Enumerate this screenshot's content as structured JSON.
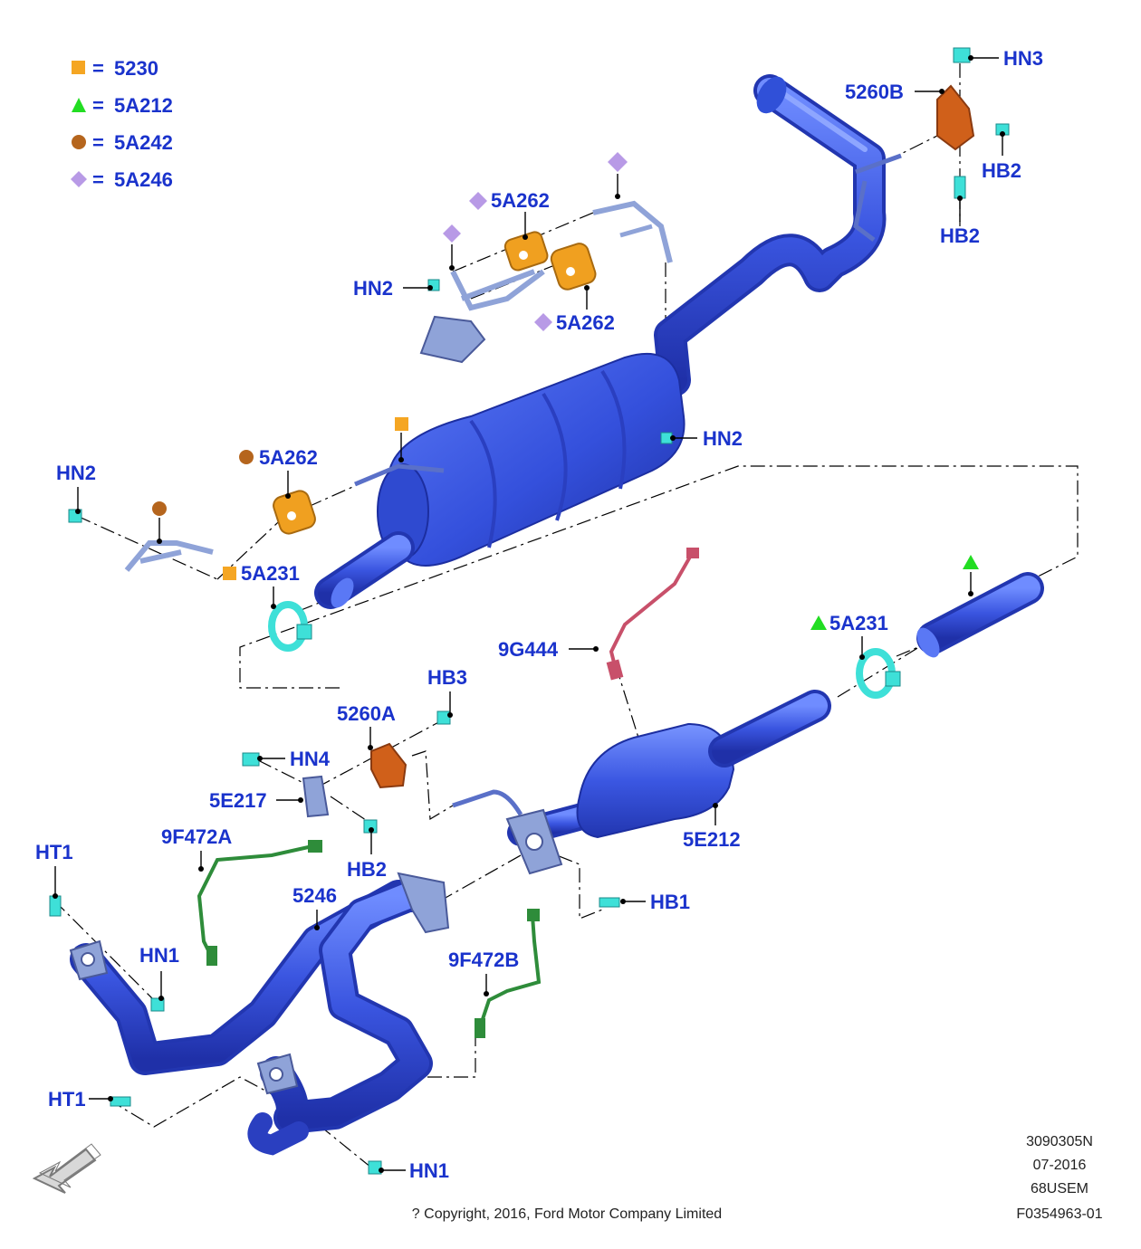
{
  "colors": {
    "pipe": "#3a55e0",
    "pipe_dark": "#2236b0",
    "pipe_light": "#6f8cff",
    "label": "#1a33cc",
    "fastener": "#3ee0d8",
    "bracket": "#8fa3d8",
    "insulator_orange": "#f0a020",
    "insulator_red": "#d0601a",
    "sensor_red": "#c8506a",
    "sensor_green": "#2e8c3a",
    "legend_square": "#f5a623",
    "legend_triangle": "#22dd22",
    "legend_circle": "#b5651d",
    "legend_diamond": "#b89ae6"
  },
  "legend": [
    {
      "symbol": "square",
      "eq": "=",
      "code": "5230"
    },
    {
      "symbol": "triangle",
      "eq": "=",
      "code": "5A212"
    },
    {
      "symbol": "circle",
      "eq": "=",
      "code": "5A242"
    },
    {
      "symbol": "diamond",
      "eq": "=",
      "code": "5A246"
    }
  ],
  "labels": {
    "hn3": "HN3",
    "b5260b": "5260B",
    "hb2_top_a": "HB2",
    "hb2_top_b": "HB2",
    "a5a262_top": "5A262",
    "hn2_top": "HN2",
    "a5a262_mid": "5A262",
    "hn2_muffler": "HN2",
    "hn2_left": "HN2",
    "a5a262_left": "5A262",
    "a5a231_left": "5A231",
    "a5a231_right": "5A231",
    "g9g444": "9G444",
    "hb3": "HB3",
    "a5260a": "5260A",
    "hn4": "HN4",
    "e5e217": "5E217",
    "hb2_mid": "HB2",
    "f9f472a": "9F472A",
    "e5e212": "5E212",
    "ht1_top": "HT1",
    "n5246": "5246",
    "hb1": "HB1",
    "hn1_top": "HN1",
    "f9f472b": "9F472B",
    "ht1_bottom": "HT1",
    "hn1_bottom": "HN1"
  },
  "footer": {
    "code1": "3090305N",
    "date": "07-2016",
    "model": "68USEM",
    "ref": "F0354963-01",
    "copyright": "? Copyright, 2016, Ford Motor Company Limited"
  }
}
